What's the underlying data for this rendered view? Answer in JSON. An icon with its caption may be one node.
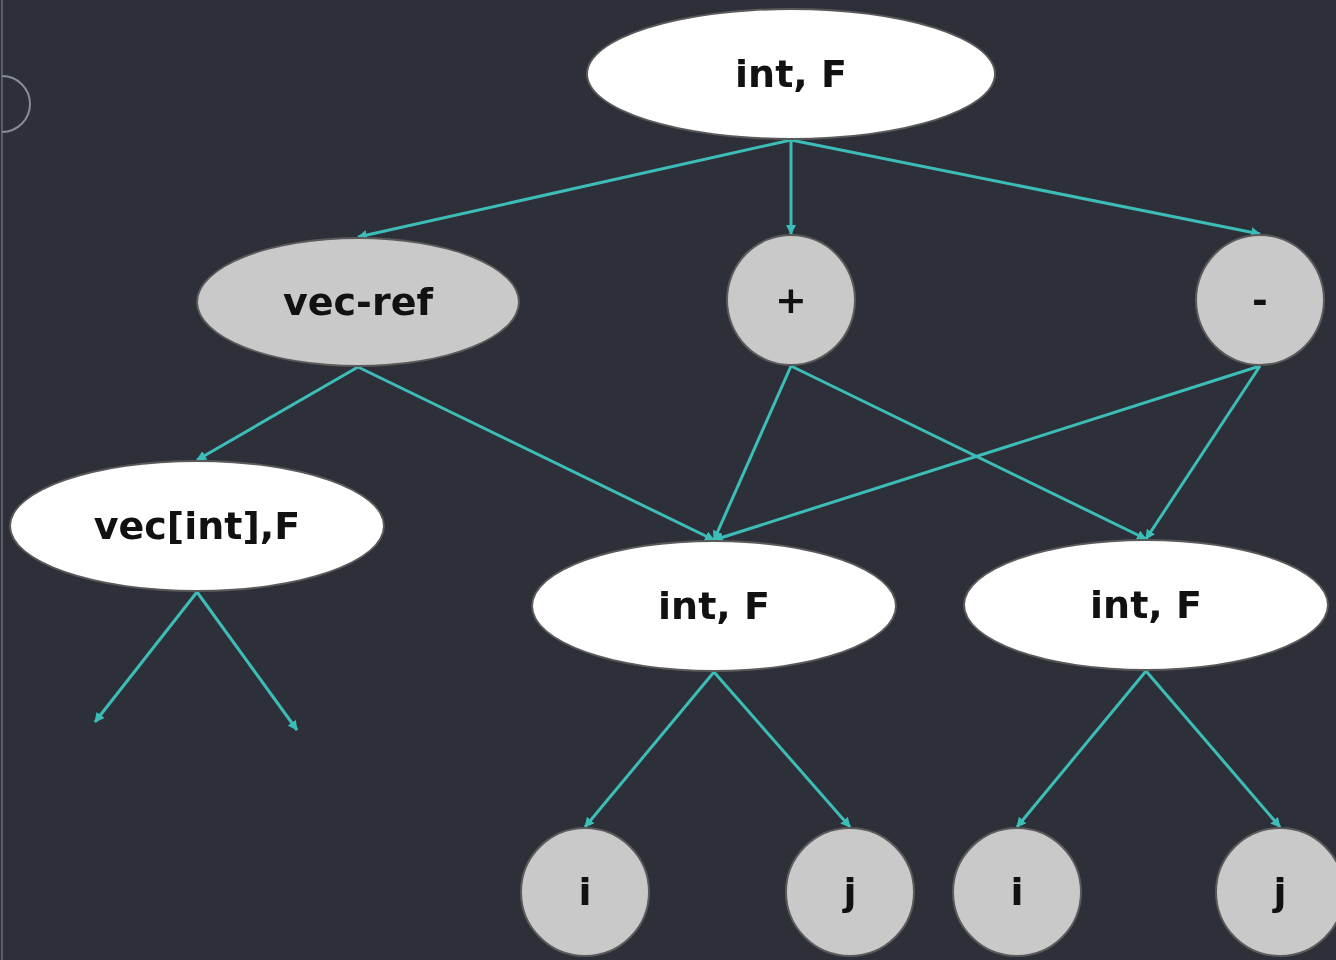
{
  "diagram": {
    "nodes": [
      {
        "text": [
          "int, F"
        ]
      },
      {
        "text": [
          "vec-ref"
        ]
      },
      {
        "text": [
          "+"
        ]
      },
      {
        "text": [
          "-"
        ]
      },
      {
        "text": [
          "vec[int],F"
        ]
      },
      {
        "text": [
          "int, F"
        ]
      },
      {
        "text": [
          "int, F"
        ]
      },
      {
        "text": [
          "i"
        ]
      },
      {
        "text": [
          "j"
        ]
      },
      {
        "text": [
          "i"
        ]
      },
      {
        "text": [
          "j"
        ]
      }
    ],
    "edges": [
      {
        "from": 0,
        "to": 1,
        "arrow": "to"
      },
      {
        "from": 0,
        "to": 2,
        "arrow": "to"
      },
      {
        "from": 0,
        "to": 3,
        "arrow": "to"
      },
      {
        "from": 1,
        "to": 4,
        "arrow": "to"
      },
      {
        "from": 1,
        "to": 5,
        "arrow": "to"
      },
      {
        "from": 2,
        "to": 5,
        "arrow": "to"
      },
      {
        "from": 2,
        "to": 6,
        "arrow": "to"
      },
      {
        "from": 3,
        "to": 5,
        "arrow": "to"
      },
      {
        "from": 3,
        "to": 6,
        "arrow": "to"
      },
      {
        "from": 4,
        "to": null,
        "arrow": "to"
      },
      {
        "from": 4,
        "to": null,
        "arrow": "to"
      },
      {
        "from": 5,
        "to": 7,
        "arrow": "to"
      },
      {
        "from": 5,
        "to": 8,
        "arrow": "to"
      },
      {
        "from": 6,
        "to": 9,
        "arrow": "to"
      },
      {
        "from": 6,
        "to": 10,
        "arrow": "to"
      }
    ]
  }
}
